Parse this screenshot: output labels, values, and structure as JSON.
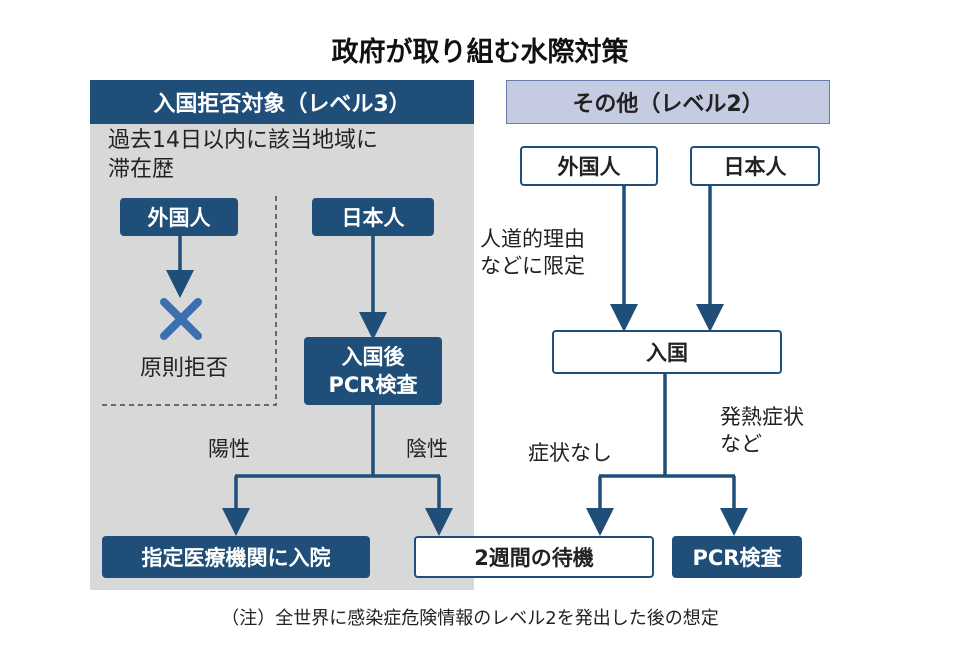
{
  "title": "政府が取り組む水際対策",
  "left": {
    "header": "入国拒否対象（レベル3）",
    "condition_line1": "過去14日以内に該当地域に",
    "condition_line2": "滞在歴",
    "foreigner": "外国人",
    "deny_label": "原則拒否",
    "japanese": "日本人",
    "pcr_line1": "入国後",
    "pcr_line2": "PCR検査",
    "positive": "陽性",
    "negative": "陰性",
    "hospital": "指定医療機関に入院"
  },
  "right": {
    "header": "その他（レベル2）",
    "foreigner": "外国人",
    "japanese": "日本人",
    "limit_line1": "人道的理由",
    "limit_line2": "などに限定",
    "entry": "入国",
    "no_symptoms": "症状なし",
    "fever_line1": "発熱症状",
    "fever_line2": "など",
    "pcr": "PCR検査"
  },
  "wait_box": "2週間の待機",
  "note": "（注）全世界に感染症危険情報のレベル2を発出した後の想定",
  "colors": {
    "navy": "#1f4e79",
    "gray_panel": "#d8d8d8",
    "light_header": "#c5cbe0",
    "cross": "#3a6fb0"
  }
}
